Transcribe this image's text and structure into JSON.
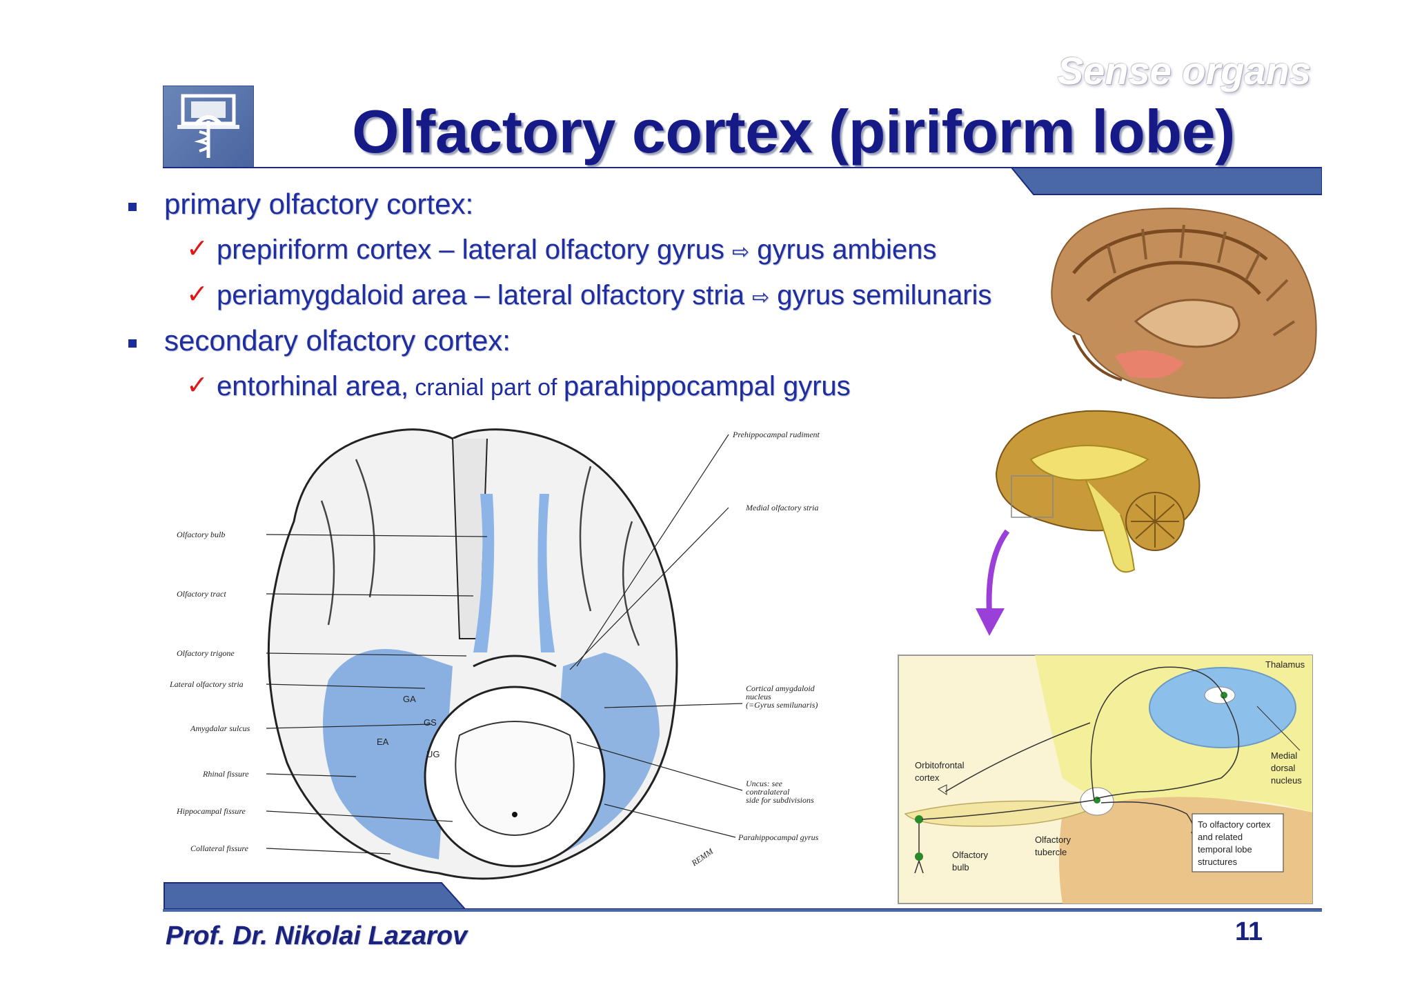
{
  "header": {
    "subtitle": "Sense organs",
    "title": "Olfactory cortex (piriform lobe)"
  },
  "bullets": [
    {
      "text": "primary olfactory cortex",
      "suffix": ":"
    },
    {
      "text": "secondary olfactory cortex",
      "suffix": ":"
    }
  ],
  "sub_primary": [
    {
      "part1": "prepiriform cortex – lateral olfactory gyrus",
      "arrow": "⇨",
      "part2": "gyrus ambiens"
    },
    {
      "part1": "periamygdaloid area – lateral olfactory stria",
      "arrow": "⇨",
      "part2": "gyrus semilunaris"
    }
  ],
  "sub_secondary": [
    {
      "part1": "entorhinal area",
      "comma": ",",
      "plain": " cranial part of ",
      "part2": "parahippocampal gyrus"
    }
  ],
  "left_figure": {
    "labels_left": [
      "Olfactory bulb",
      "Olfactory tract",
      "Olfactory trigone",
      "Lateral olfactory stria",
      "Amygdalar sulcus",
      "Rhinal fissure",
      "Hippocampal fissure",
      "Collateral fissure"
    ],
    "labels_right": [
      "Prehippocampal rudiment",
      "Medial olfactory stria",
      "Cortical amygdaloid",
      "nucleus",
      "(=Gyrus semilunaris)",
      "Uncus: see",
      "contralateral",
      "side for subdivisions",
      "Parahippocampal gyrus"
    ],
    "regions": [
      "GA",
      "GS",
      "EA",
      "UG"
    ],
    "signature": "REMM"
  },
  "right_figure": {
    "labels": [
      "Thalamus",
      "Medial",
      "dorsal",
      "nucleus",
      "Orbitofrontal",
      "cortex",
      "Olfactory",
      "tubercle",
      "Olfactory",
      "bulb",
      "To olfactory cortex",
      "and related",
      "temporal lobe",
      "structures"
    ]
  },
  "footer": {
    "author": "Prof. Dr. Nikolai Lazarov",
    "page": "11"
  },
  "colors": {
    "title": "#151a86",
    "bar": "#4a67a8",
    "bullet_text": "#1e2ea0",
    "check": "#e01818"
  }
}
